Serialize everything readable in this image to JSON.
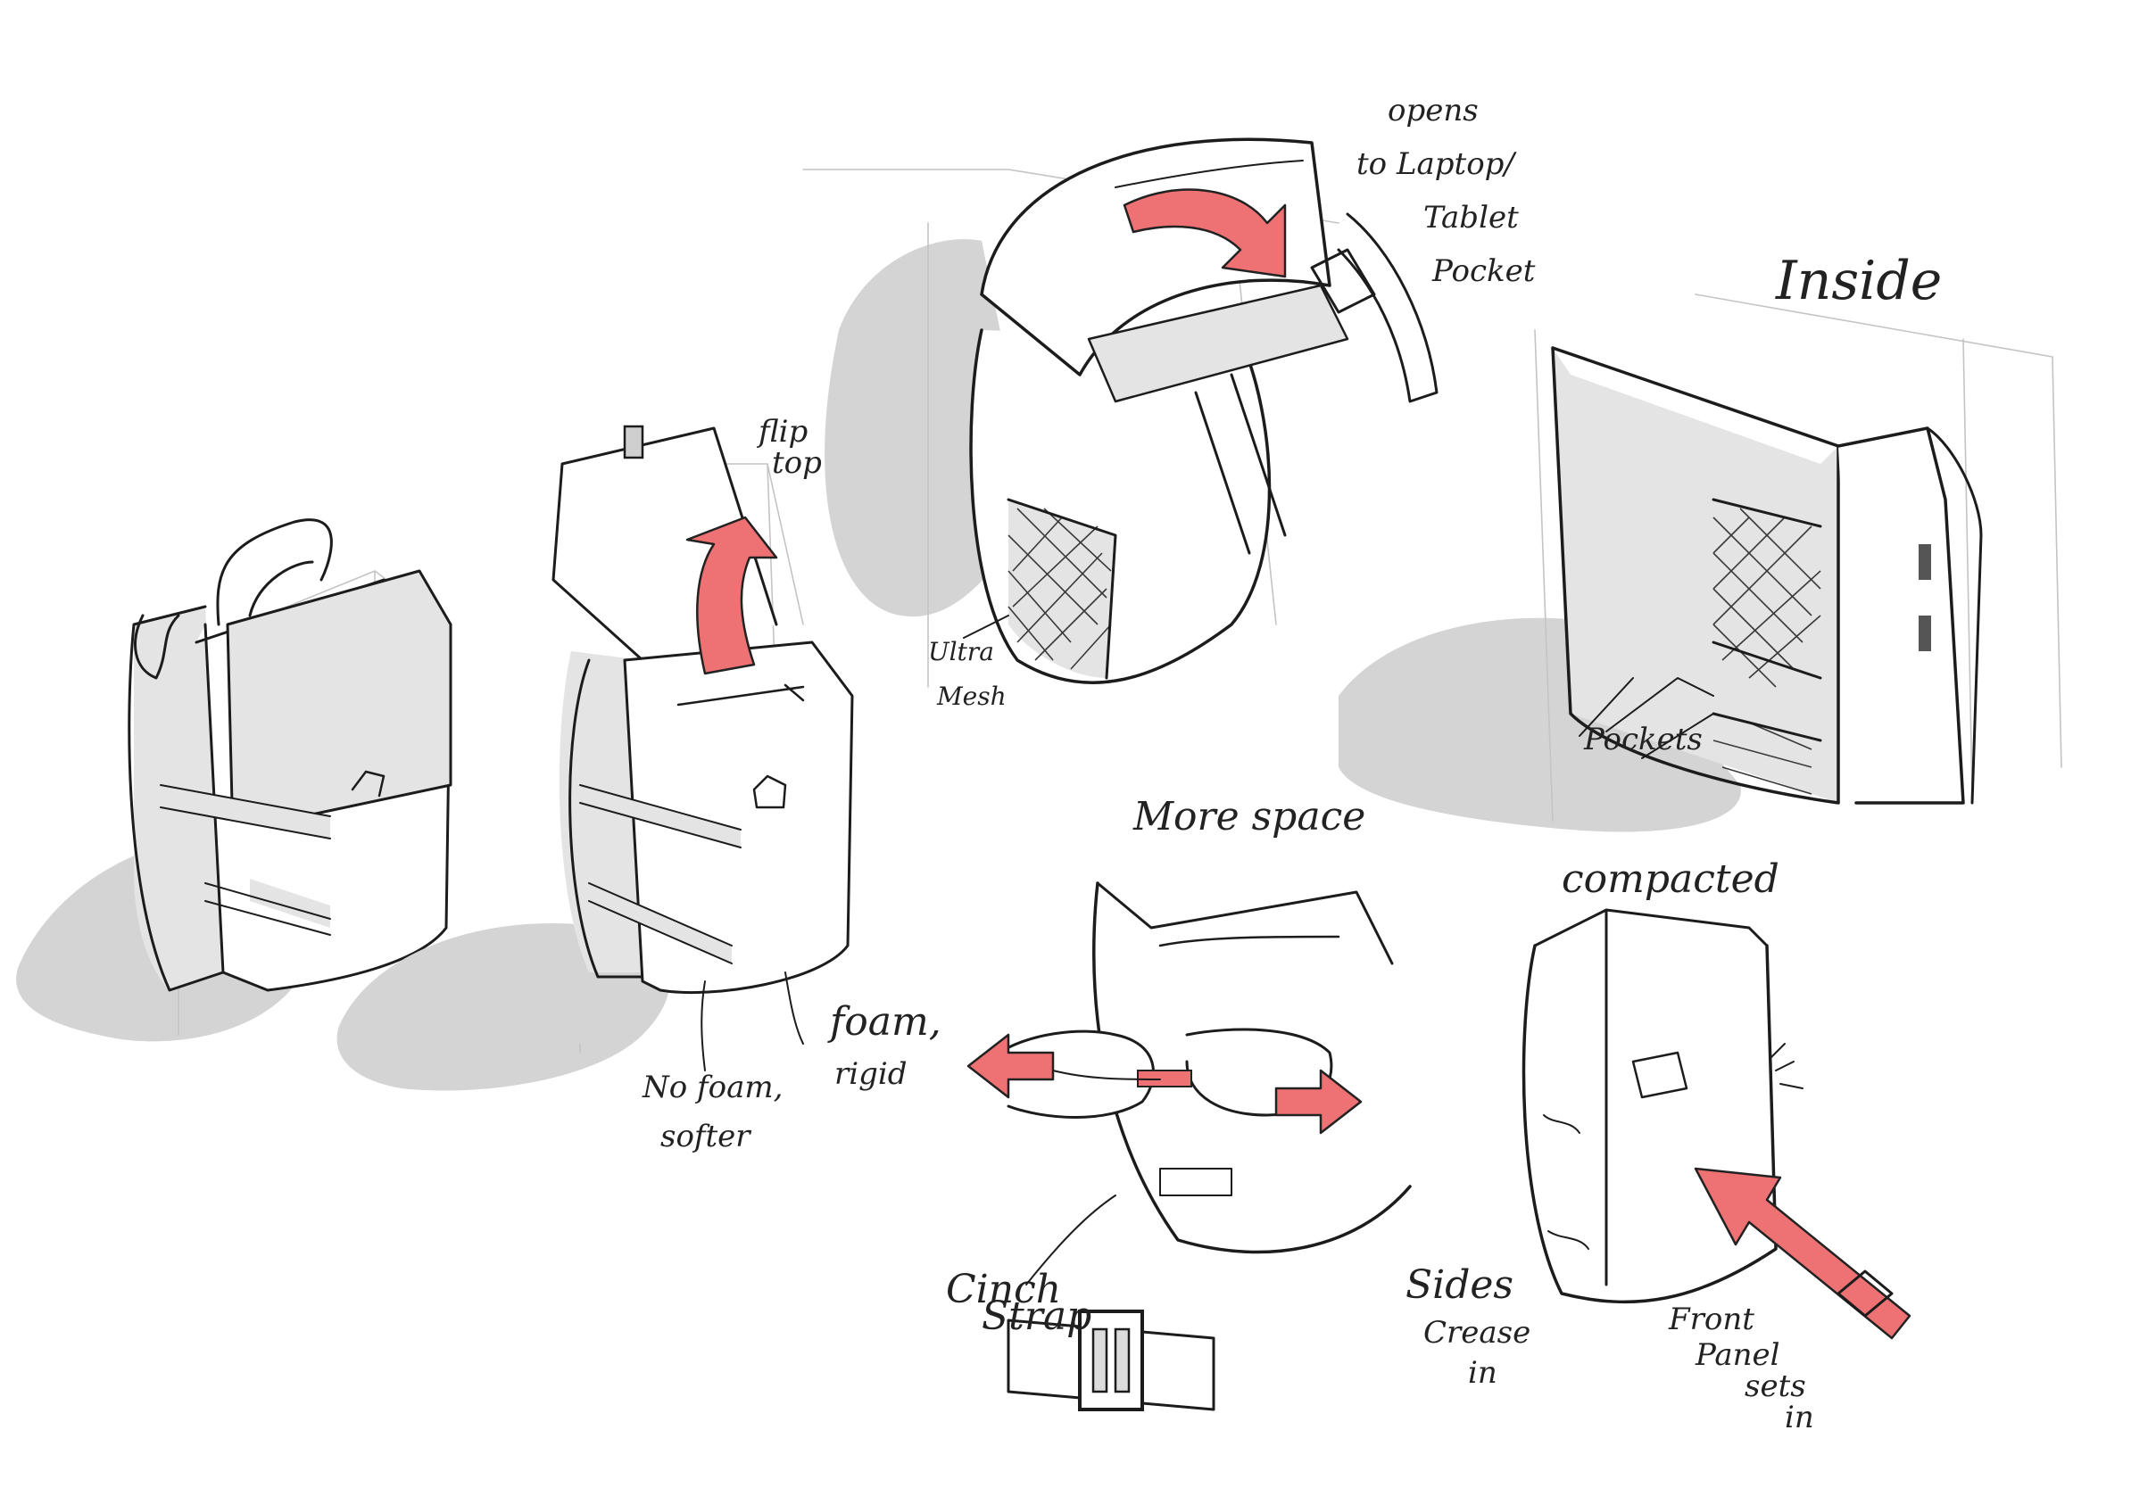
{
  "colors": {
    "ink": "#1c1c1c",
    "shadow": "#d4d4d4",
    "tone": "#e4e4e4",
    "accent_arrow": "#ee7173",
    "paper": "#ffffff"
  },
  "annotations": {
    "flip_top": [
      "flip",
      "top"
    ],
    "foam_rigid": [
      "foam,",
      "rigid"
    ],
    "no_foam_softer": [
      "No foam,",
      "softer"
    ],
    "opens_to": [
      "opens",
      "to Laptop/",
      "Tablet",
      "Pocket"
    ],
    "ultra_mesh": [
      "Ultra",
      "Mesh"
    ],
    "inside": "Inside",
    "pockets": "Pockets",
    "more_space": "More space",
    "compacted": "compacted",
    "cinch_strap": [
      "Cinch",
      "Strap"
    ],
    "sides_crease_in": [
      "Sides",
      "Crease",
      "in"
    ],
    "front_panel_sets_in": [
      "Front",
      "Panel",
      "sets",
      "in"
    ]
  },
  "icons": {
    "flip_arrow": "curved-up-arrow",
    "open_arrow": "curved-right-arrow",
    "pull_left": "left-arrow",
    "pull_right": "right-arrow",
    "push_arrow": "diagonal-push-arrow"
  }
}
